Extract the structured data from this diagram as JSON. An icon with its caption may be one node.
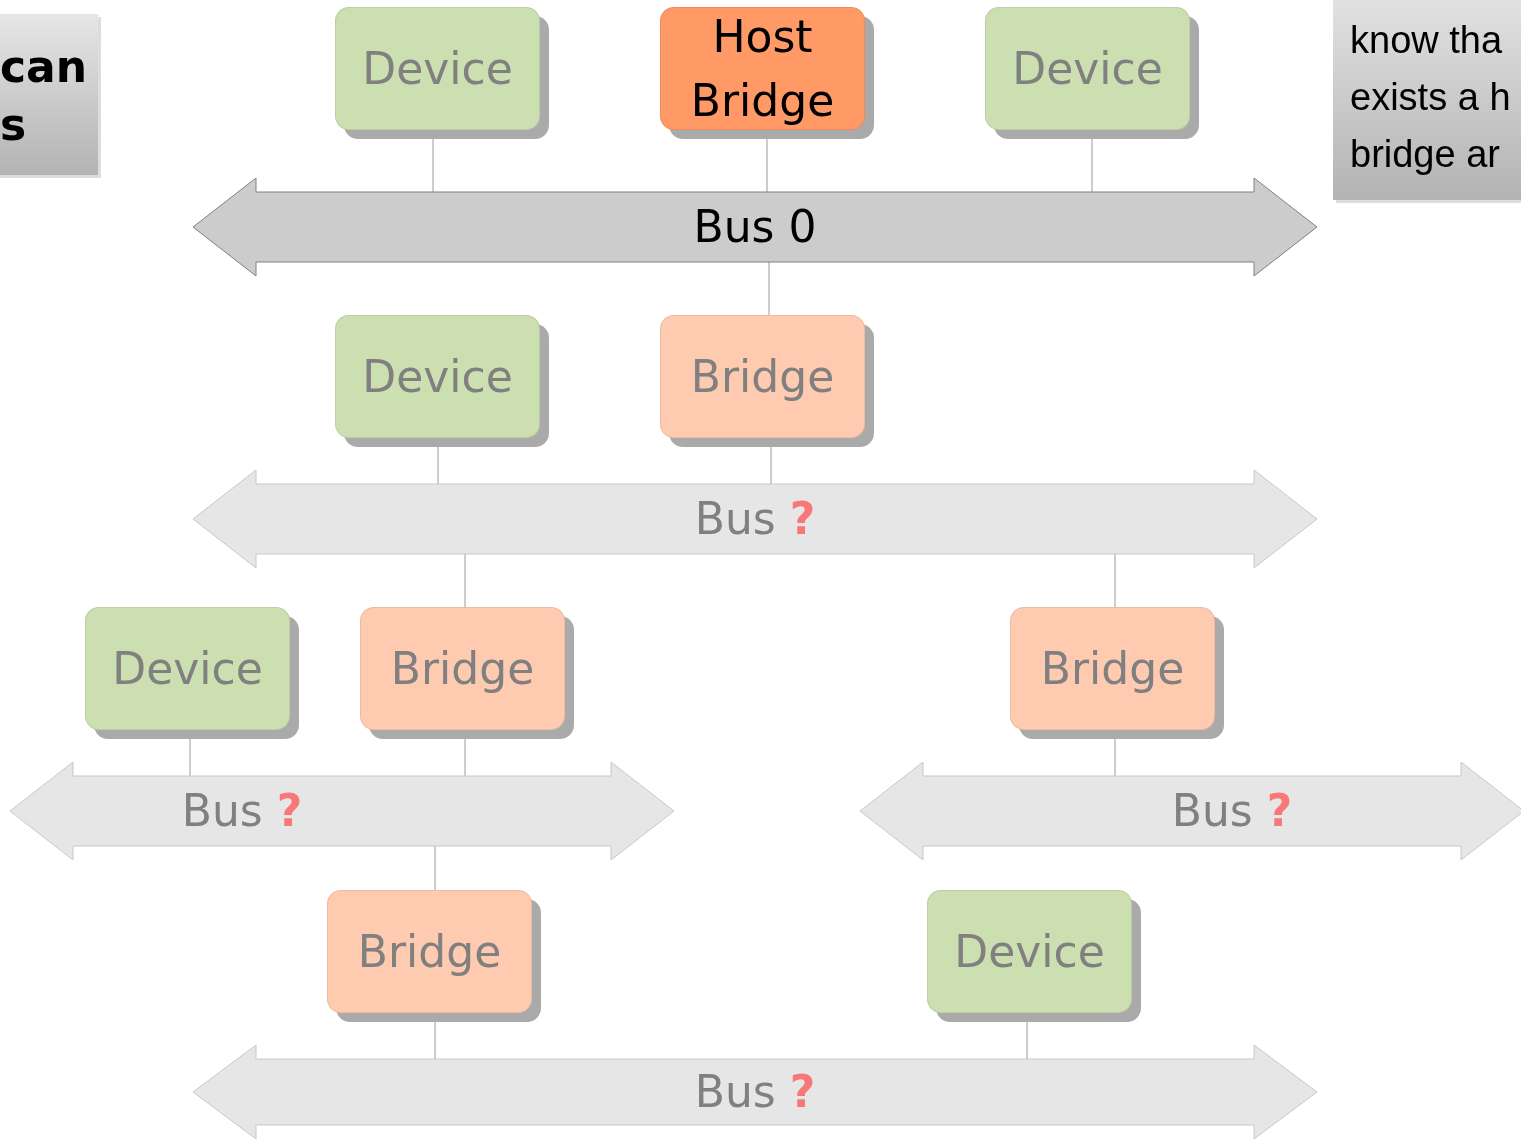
{
  "diagram": {
    "nodes": [
      {
        "text": [
          "can s"
        ]
      },
      {
        "text": [
          "know tha exists a h bridge ar"
        ]
      },
      {
        "text": [
          "Device"
        ]
      },
      {
        "text": [
          "Host Bridge"
        ]
      },
      {
        "text": [
          "Device"
        ]
      },
      {
        "text": [
          "Bus 0"
        ]
      },
      {
        "text": [
          "Device"
        ]
      },
      {
        "text": [
          "Bridge"
        ]
      },
      {
        "text": [
          "Bus",
          "?"
        ]
      },
      {
        "text": [
          "Device"
        ]
      },
      {
        "text": [
          "Bridge"
        ]
      },
      {
        "text": [
          "Bridge"
        ]
      },
      {
        "text": [
          "Bus",
          "?"
        ]
      },
      {
        "text": [
          "Bus",
          "?"
        ]
      },
      {
        "text": [
          "Bridge"
        ]
      },
      {
        "text": [
          "Device"
        ]
      },
      {
        "text": [
          "Bus",
          "?"
        ]
      }
    ],
    "edges": [
      {
        "from": 2,
        "to": 5,
        "arrow": "none"
      },
      {
        "from": 3,
        "to": 5,
        "arrow": "none"
      },
      {
        "from": 4,
        "to": 5,
        "arrow": "none"
      },
      {
        "from": 5,
        "to": 7,
        "arrow": "none"
      },
      {
        "from": 6,
        "to": 8,
        "arrow": "none"
      },
      {
        "from": 7,
        "to": 8,
        "arrow": "none"
      },
      {
        "from": 8,
        "to": 10,
        "arrow": "none"
      },
      {
        "from": 8,
        "to": 11,
        "arrow": "none"
      },
      {
        "from": 9,
        "to": 12,
        "arrow": "none"
      },
      {
        "from": 10,
        "to": 12,
        "arrow": "none"
      },
      {
        "from": 11,
        "to": 13,
        "arrow": "none"
      },
      {
        "from": 12,
        "to": 14,
        "arrow": "none"
      },
      {
        "from": 14,
        "to": 16,
        "arrow": "none"
      },
      {
        "from": 15,
        "to": 16,
        "arrow": "none"
      }
    ]
  }
}
